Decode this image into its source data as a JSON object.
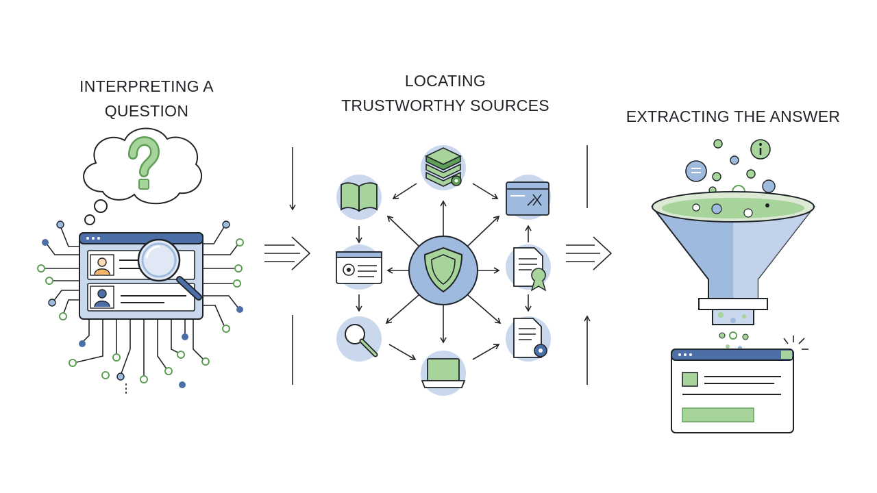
{
  "steps": [
    {
      "title_line1": "INTERPRETING A",
      "title_line2": "QUESTION"
    },
    {
      "title_line1": "LOCATING",
      "title_line2": "TRUSTWORTHY SOURCES"
    },
    {
      "title_line1": "EXTRACTING THE ANSWER"
    }
  ],
  "icons": {
    "question": "question-mark-icon",
    "search": "magnifier-icon",
    "shield": "shield-icon",
    "book": "book-icon",
    "database": "database-stack-icon",
    "browser": "browser-window-icon",
    "certificate": "certificate-icon",
    "document_award": "document-award-icon",
    "document_gear": "document-gear-icon",
    "laptop": "laptop-icon",
    "funnel": "funnel-icon",
    "info": "info-icon"
  },
  "colors": {
    "stroke": "#1f2328",
    "blue_light": "#c9d8ec",
    "blue_mid": "#9fbadf",
    "blue_dark": "#4c6fa8",
    "green": "#a6d49a",
    "green_dark": "#5f9e57"
  }
}
